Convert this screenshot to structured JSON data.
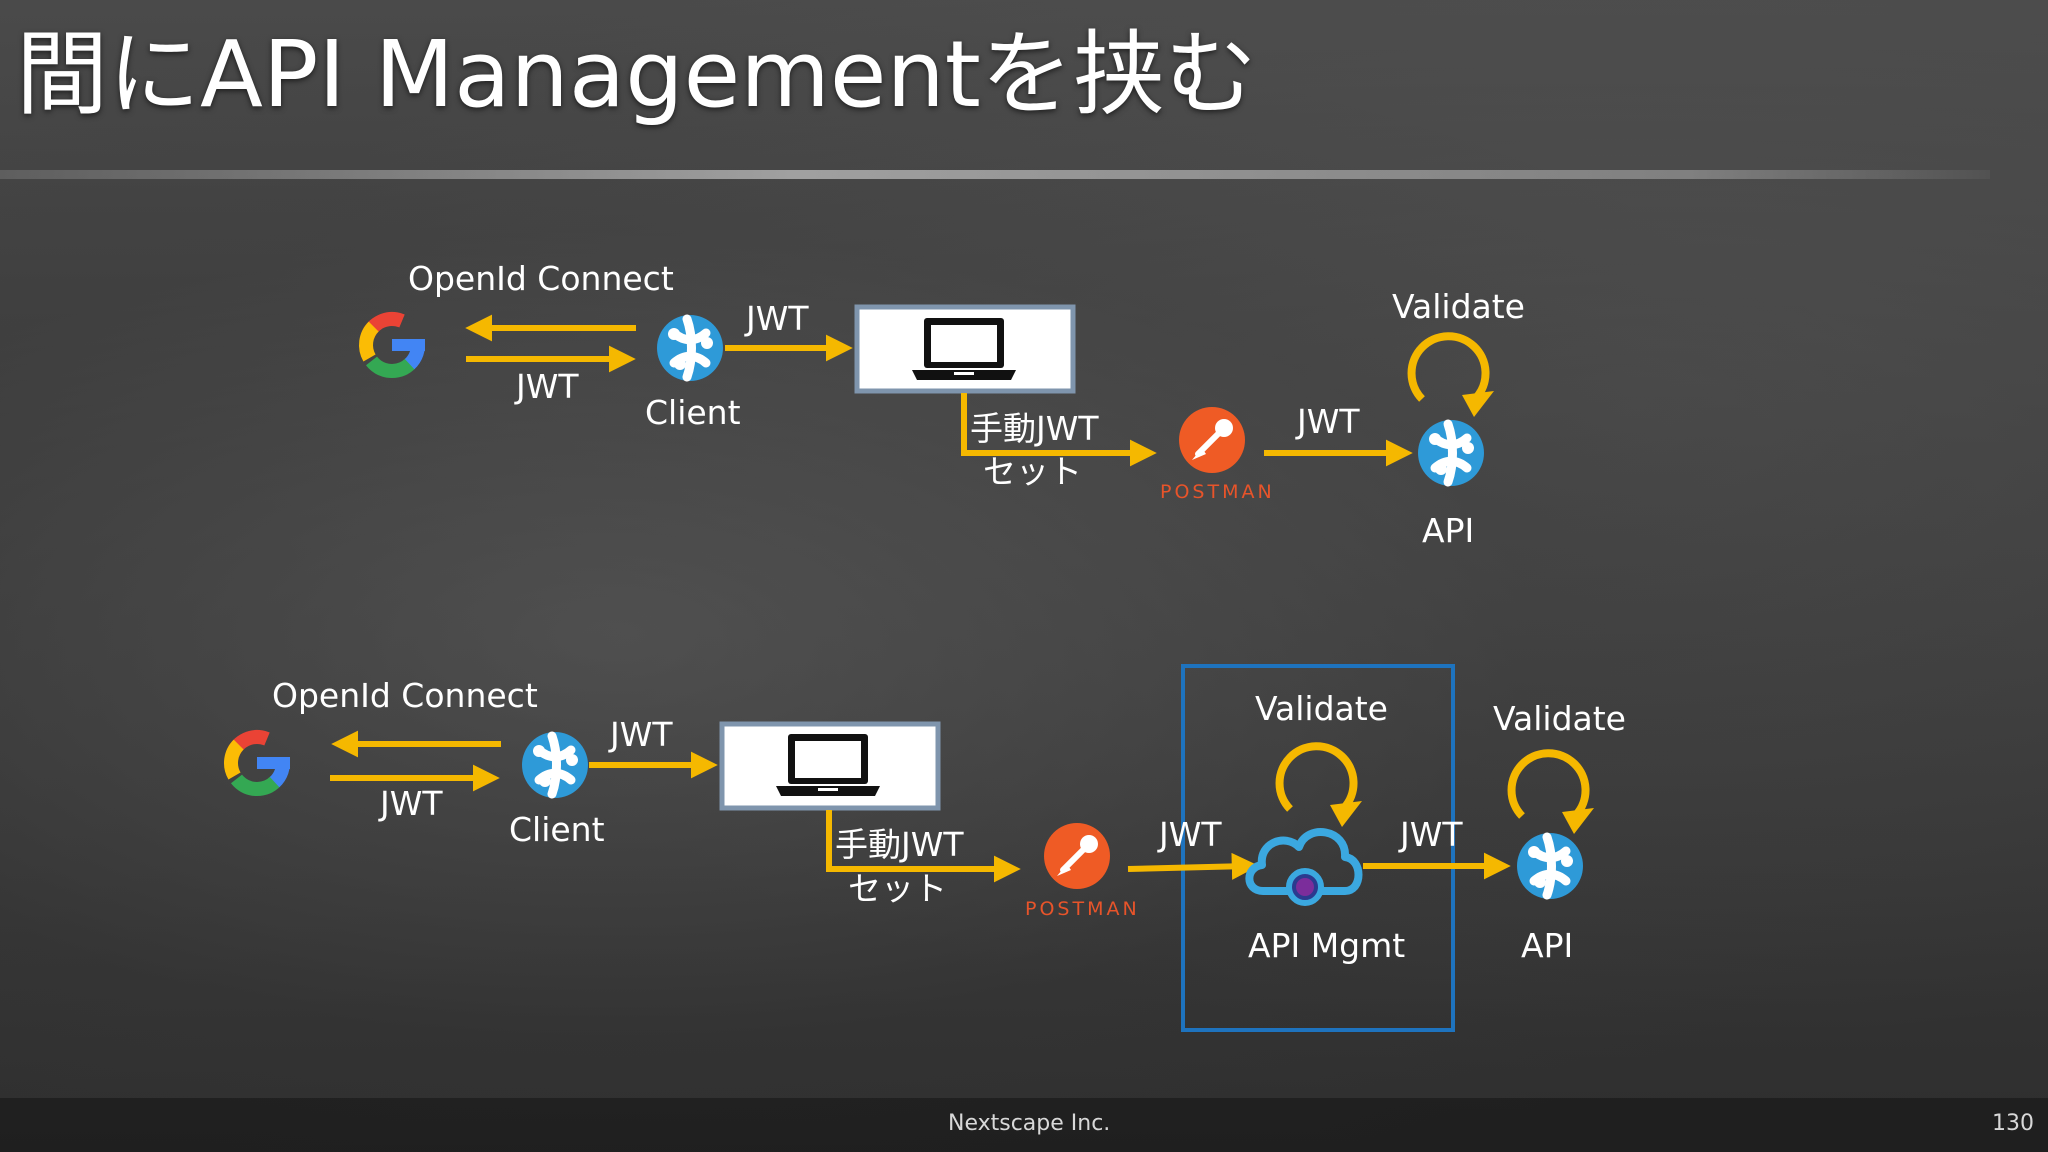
{
  "slide": {
    "title": "間にAPI Managementを挟む",
    "footer_company": "Nextscape Inc.",
    "page_number": "130"
  },
  "colors": {
    "arrow": "#f5b800",
    "highlight_box": "#1e73be",
    "client_icon": "#2e9ad8",
    "postman": "#ef5b25",
    "laptop_frame": "#7f95ad"
  },
  "icons": {
    "identity_provider": "google-icon",
    "client": "azure-app-icon",
    "device": "laptop-icon",
    "tool": "postman-icon",
    "api": "azure-app-icon",
    "gateway": "api-management-cloud-icon",
    "validate": "refresh-loop-icon"
  },
  "diagram1": {
    "openid_label": "OpenId Connect",
    "jwt_label_1": "JWT",
    "client_label": "Client",
    "jwt_label_2": "JWT",
    "manual_label_1": "手動JWT",
    "manual_label_2": "セット",
    "postman_label": "POSTMAN",
    "jwt_label_3": "JWT",
    "validate_label": "Validate",
    "api_label": "API"
  },
  "diagram2": {
    "openid_label": "OpenId Connect",
    "jwt_label_1": "JWT",
    "client_label": "Client",
    "jwt_label_2": "JWT",
    "manual_label_1": "手動JWT",
    "manual_label_2": "セット",
    "postman_label": "POSTMAN",
    "jwt_label_3": "JWT",
    "apim_validate_label": "Validate",
    "apim_label": "API Mgmt",
    "jwt_label_4": "JWT",
    "validate_label": "Validate",
    "api_label": "API"
  }
}
